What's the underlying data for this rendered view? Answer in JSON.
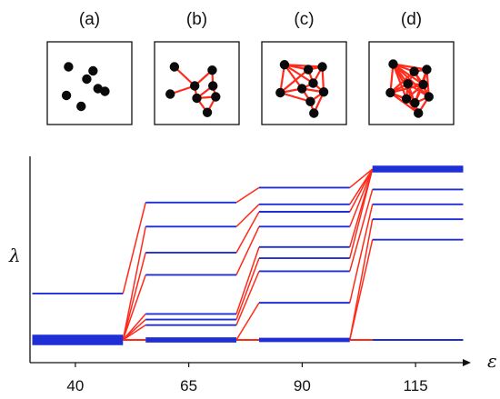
{
  "panels": [
    {
      "label": "(a)",
      "nodes": [
        [
          0.2,
          0.26
        ],
        [
          0.55,
          0.32
        ],
        [
          0.62,
          0.58
        ],
        [
          0.17,
          0.68
        ],
        [
          0.46,
          0.44
        ],
        [
          0.38,
          0.84
        ],
        [
          0.72,
          0.62
        ]
      ],
      "edges": []
    },
    {
      "label": "(b)",
      "nodes": [
        [
          0.18,
          0.26
        ],
        [
          0.72,
          0.31
        ],
        [
          0.47,
          0.54
        ],
        [
          0.73,
          0.54
        ],
        [
          0.12,
          0.66
        ],
        [
          0.5,
          0.72
        ],
        [
          0.77,
          0.7
        ],
        [
          0.65,
          0.93
        ]
      ],
      "edges": [
        [
          0,
          2
        ],
        [
          1,
          2
        ],
        [
          1,
          3
        ],
        [
          2,
          4
        ],
        [
          2,
          5
        ],
        [
          3,
          5
        ],
        [
          3,
          6
        ],
        [
          5,
          6
        ],
        [
          5,
          7
        ],
        [
          6,
          7
        ]
      ]
    },
    {
      "label": "(c)",
      "nodes": [
        [
          0.22,
          0.23
        ],
        [
          0.56,
          0.3
        ],
        [
          0.76,
          0.26
        ],
        [
          0.63,
          0.5
        ],
        [
          0.16,
          0.64
        ],
        [
          0.47,
          0.58
        ],
        [
          0.78,
          0.63
        ],
        [
          0.59,
          0.77
        ],
        [
          0.64,
          0.94
        ]
      ],
      "edges": [
        [
          0,
          1
        ],
        [
          0,
          2
        ],
        [
          1,
          2
        ],
        [
          0,
          3
        ],
        [
          1,
          3
        ],
        [
          2,
          3
        ],
        [
          0,
          4
        ],
        [
          0,
          5
        ],
        [
          3,
          5
        ],
        [
          4,
          5
        ],
        [
          5,
          6
        ],
        [
          3,
          6
        ],
        [
          5,
          7
        ],
        [
          6,
          7
        ],
        [
          7,
          8
        ],
        [
          6,
          8
        ],
        [
          2,
          6
        ],
        [
          4,
          7
        ],
        [
          1,
          4
        ]
      ]
    },
    {
      "label": "(d)",
      "nodes": [
        [
          0.24,
          0.22
        ],
        [
          0.54,
          0.33
        ],
        [
          0.72,
          0.3
        ],
        [
          0.2,
          0.64
        ],
        [
          0.45,
          0.51
        ],
        [
          0.67,
          0.52
        ],
        [
          0.43,
          0.73
        ],
        [
          0.75,
          0.7
        ],
        [
          0.55,
          0.79
        ],
        [
          0.6,
          0.94
        ]
      ],
      "edges": [
        [
          0,
          1
        ],
        [
          0,
          2
        ],
        [
          1,
          2
        ],
        [
          0,
          3
        ],
        [
          0,
          4
        ],
        [
          0,
          5
        ],
        [
          0,
          6
        ],
        [
          0,
          7
        ],
        [
          0,
          8
        ],
        [
          1,
          3
        ],
        [
          1,
          4
        ],
        [
          1,
          5
        ],
        [
          1,
          7
        ],
        [
          2,
          5
        ],
        [
          2,
          7
        ],
        [
          2,
          8
        ],
        [
          3,
          4
        ],
        [
          3,
          5
        ],
        [
          3,
          6
        ],
        [
          3,
          8
        ],
        [
          4,
          5
        ],
        [
          4,
          6
        ],
        [
          4,
          7
        ],
        [
          4,
          8
        ],
        [
          5,
          6
        ],
        [
          5,
          7
        ],
        [
          5,
          8
        ],
        [
          6,
          8
        ],
        [
          6,
          9
        ],
        [
          7,
          8
        ],
        [
          7,
          9
        ],
        [
          8,
          9
        ],
        [
          3,
          9
        ],
        [
          4,
          9
        ]
      ]
    }
  ],
  "chart_data": {
    "type": "line",
    "xlabel": "ε",
    "ylabel": "λ",
    "xticks": [
      40,
      65,
      90,
      115
    ],
    "xlim": [
      30,
      126
    ],
    "ylim": [
      0,
      1
    ],
    "transition_starts": [
      50.5,
      75.5,
      100.5
    ],
    "transition_ends": [
      55.5,
      80.5,
      105.5
    ],
    "levels": [
      {
        "start": 30.5,
        "end": 50.5,
        "values": [
          0.03,
          0.03,
          0.03,
          0.03,
          0.03,
          0.03,
          0.03,
          0.03,
          0.03,
          0.03,
          0.28
        ]
      },
      {
        "start": 55.5,
        "end": 75.5,
        "values": [
          0.03,
          0.03,
          0.03,
          0.03,
          0.11,
          0.14,
          0.17,
          0.38,
          0.5,
          0.64,
          0.77
        ]
      },
      {
        "start": 80.5,
        "end": 100.5,
        "values": [
          0.03,
          0.03,
          0.03,
          0.23,
          0.4,
          0.47,
          0.53,
          0.64,
          0.72,
          0.76,
          0.85
        ]
      },
      {
        "start": 105.5,
        "end": 125.5,
        "values": [
          0.03,
          0.57,
          0.68,
          0.76,
          0.84,
          0.95,
          0.95,
          0.95,
          0.95,
          0.95,
          0.95
        ]
      }
    ],
    "colors": {
      "level": "#1f2fd6",
      "transition": "#ff2a1a",
      "node": "#0a0a0a",
      "edge": "#ff2a1a",
      "axis": "#111111"
    }
  }
}
